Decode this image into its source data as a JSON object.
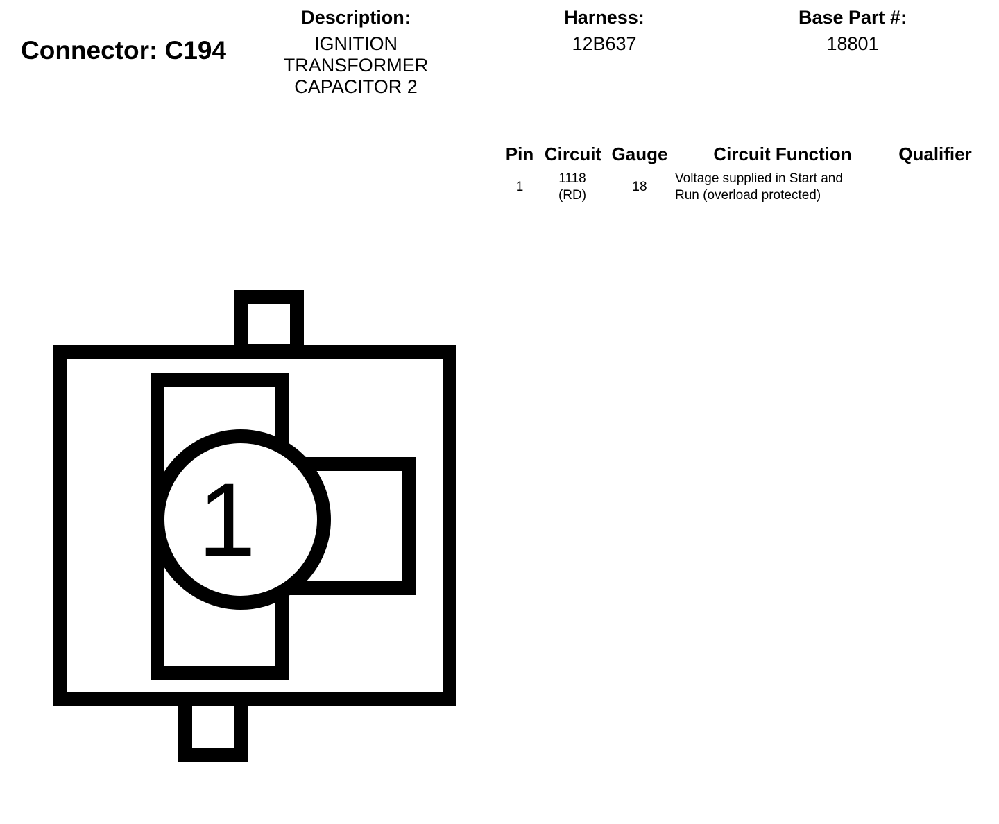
{
  "connector": {
    "title": "Connector: C194"
  },
  "header": {
    "description_label": "Description:",
    "description_lines": [
      "IGNITION",
      "TRANSFORMER",
      "CAPACITOR 2"
    ],
    "harness_label": "Harness:",
    "harness_value": "12B637",
    "base_part_label": "Base Part #:",
    "base_part_value": "18801"
  },
  "pin_table": {
    "columns": [
      "Pin",
      "Circuit",
      "Gauge",
      "Circuit Function",
      "Qualifier"
    ],
    "rows": [
      {
        "pin": "1",
        "circuit_lines": [
          "1118",
          "(RD)"
        ],
        "gauge": "18",
        "function_lines": [
          "Voltage supplied in Start and",
          "Run (overload protected)"
        ],
        "qualifier": ""
      }
    ]
  },
  "diagram": {
    "pin_label": "1",
    "stroke_color": "#000000",
    "fill_color": "#ffffff"
  }
}
